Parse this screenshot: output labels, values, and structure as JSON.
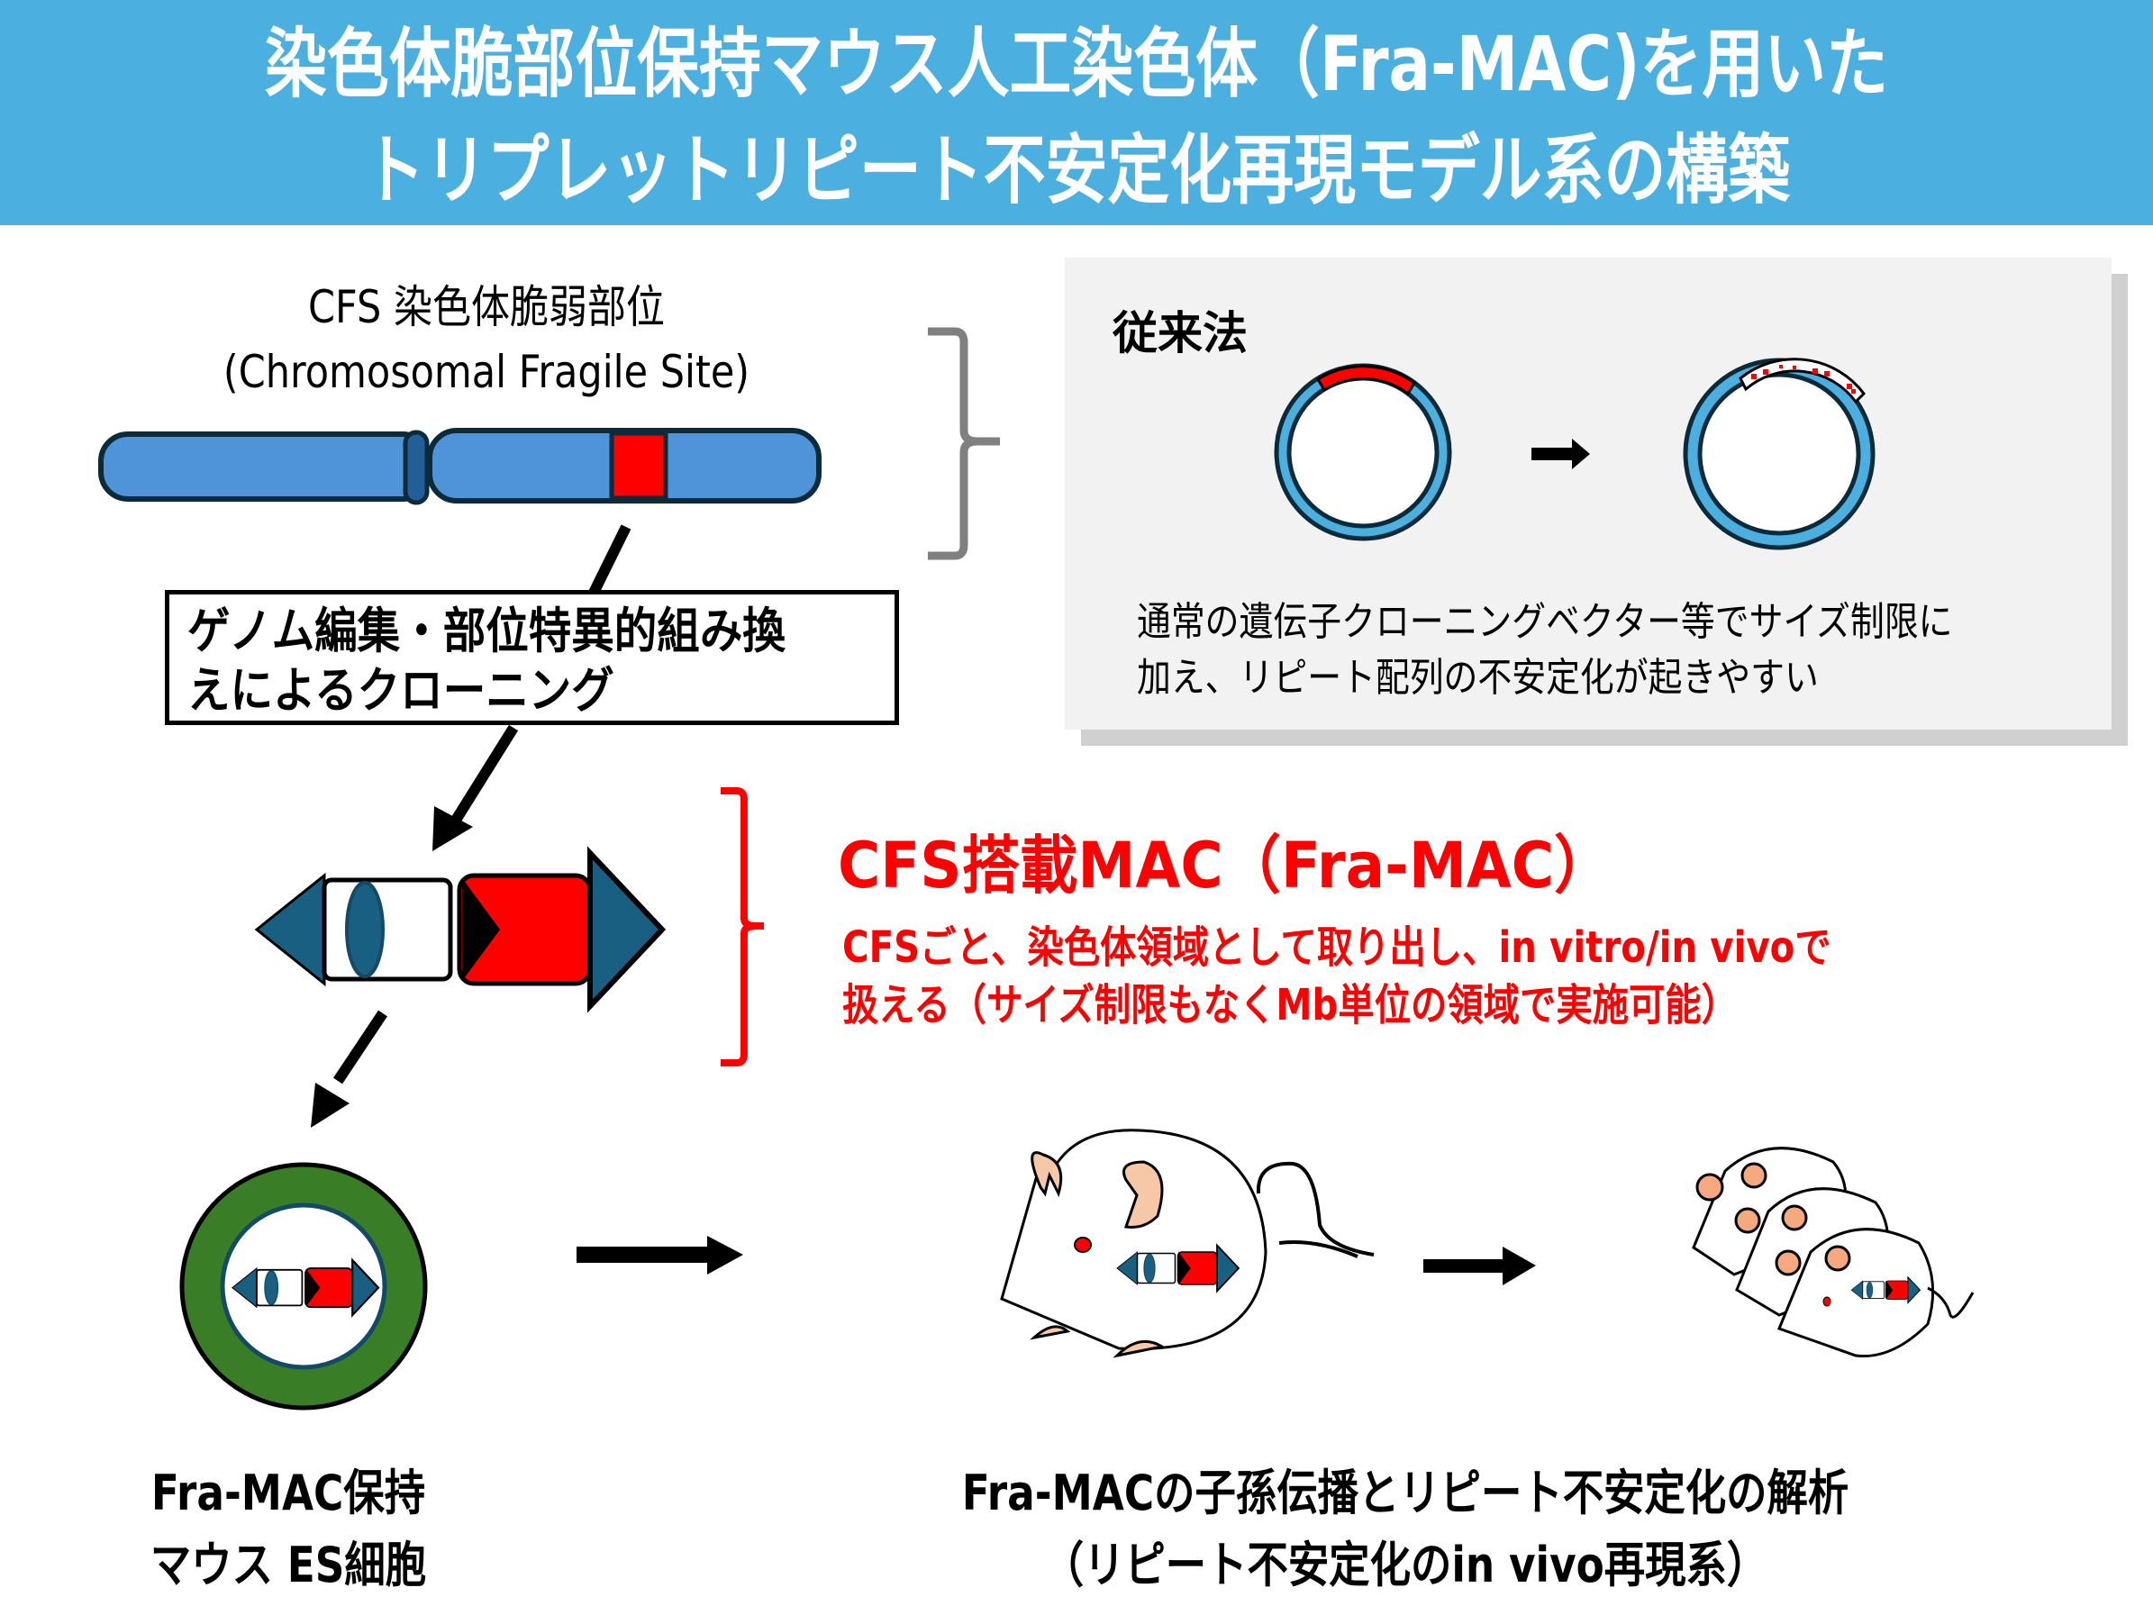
{
  "header": {
    "title_line1": "染色体脆部位保持マウス人工染色体（Fra-MAC)を用いた",
    "title_line2": "トリプレットリピート不安定化再現モデル系の構築",
    "background_color": "#4bb0e0"
  },
  "chromosome_section": {
    "label_line1": "CFS 染色体脆弱部位",
    "label_line2": "(Chromosomal Fragile Site)",
    "chromosome_color": "#4f93d8",
    "fragile_site_color": "#ff0000"
  },
  "cloning_box": {
    "line1": "ゲノム編集・部位特異的組み換",
    "line2": "えによるクローニング"
  },
  "conventional_panel": {
    "title": "従来法",
    "desc_line1": "通常の遺伝子クローニングベクター等でサイズ制限に",
    "desc_line2": "加え、リピート配列の不安定化が起きやすい",
    "plasmid_color": "#4bb0e0"
  },
  "fra_mac_section": {
    "title": "CFS搭載MAC（Fra-MAC）",
    "desc_line1": "CFSごと、染色体領域として取り出し、in vitro/in vivoで",
    "desc_line2": "扱える（サイズ制限もなくMb単位の領域で実施可能）",
    "accent_color": "#ff0000"
  },
  "es_cell": {
    "label_line1": "Fra-MAC保持",
    "label_line2": "マウス ES細胞",
    "ring_color": "#3a7d27"
  },
  "mouse_section": {
    "label_line1": "Fra-MACの子孫伝播とリピート不安定化の解析",
    "label_line2": "（リピート不安定化のin vivo再現系）",
    "ear_color": "#f6c8a8"
  }
}
